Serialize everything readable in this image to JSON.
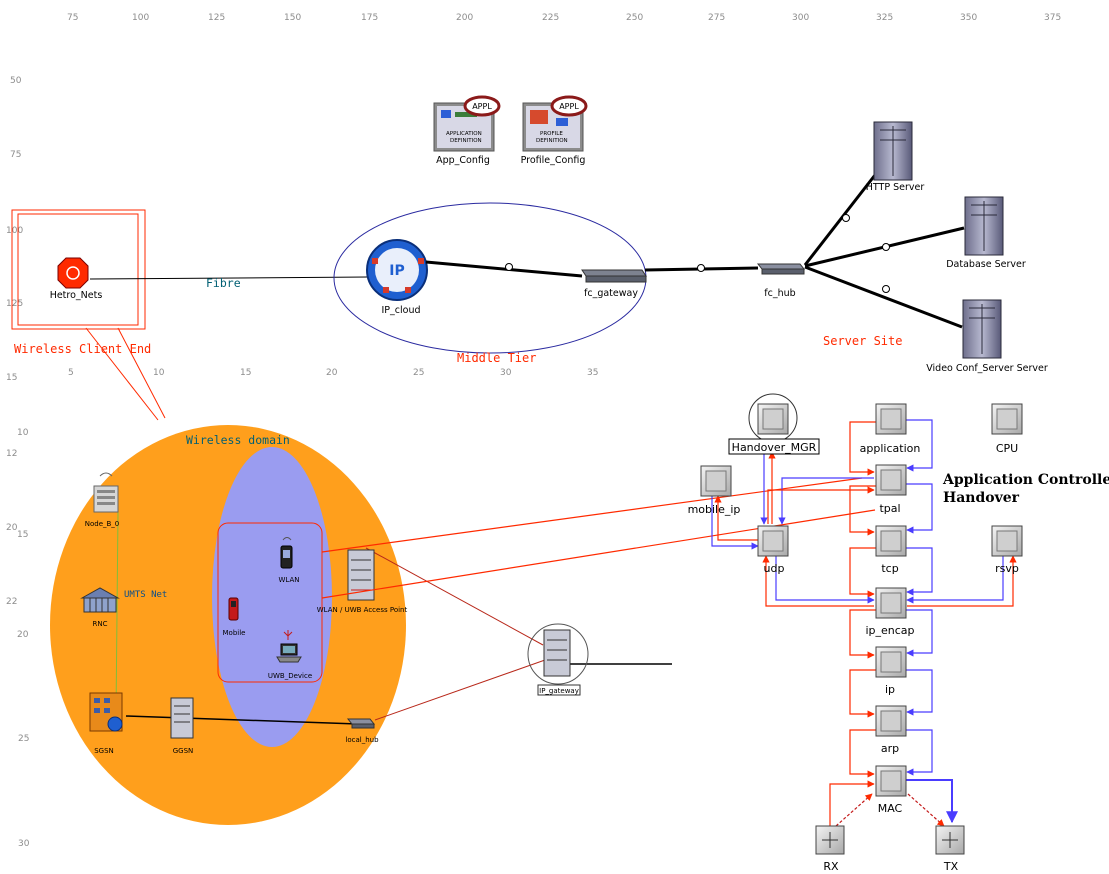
{
  "ruler": {
    "top_ticks": [
      "75",
      "100",
      "125",
      "150",
      "175",
      "200",
      "225",
      "250",
      "275",
      "300",
      "325",
      "350",
      "375"
    ],
    "left_ticks": [
      "50",
      "75",
      "100",
      "125",
      "15",
      "12",
      "20",
      "22",
      "25",
      "30"
    ],
    "inner_top_ticks": [
      "5",
      "10",
      "15",
      "20",
      "25",
      "30",
      "35"
    ],
    "inner_left_ticks": [
      "10",
      "15",
      "20",
      "25",
      "30"
    ]
  },
  "config": {
    "app_config": {
      "badge": "APPL",
      "line1": "APPLICATION",
      "line2": "DEFINITION",
      "label": "App_Config"
    },
    "profile_config": {
      "badge": "APPL",
      "line1": "PROFILE",
      "line2": "DEFINITION",
      "label": "Profile_Config"
    }
  },
  "network": {
    "hetro_nets": "Hetro_Nets",
    "fibre": "Fibre",
    "ip_cloud": "IP_cloud",
    "ip_cloud_glyph": "IP",
    "fc_gateway": "fc_gateway",
    "fc_hub": "fc_hub",
    "middle_tier": "Middle Tier",
    "wireless_client_end": "Wireless Client End",
    "server_site": "Server Site",
    "servers": {
      "http": "HTTP Server",
      "database": "Database Server",
      "video": "Video Conf_Server Server"
    }
  },
  "wireless": {
    "domain": "Wireless domain",
    "umts": "UMTS Net",
    "node_b": "Node_B_0",
    "rnc": "RNC",
    "sgsn": "SGSN",
    "ggsn": "GGSN",
    "wlan": "WLAN",
    "mobile": "Mobile",
    "uwb_device": "UWB_Device",
    "access_point": "WLAN / UWB Access Point",
    "local_hub": "local_hub",
    "ip_gateway": "IP_gateway"
  },
  "node_model": {
    "title_line1": "Application Controlled",
    "title_line2": "Handover",
    "modules": {
      "handover_mgr": "Handover_MGR",
      "application": "application",
      "cpu": "CPU",
      "mobile_ip": "mobile_ip",
      "tpal": "tpal",
      "udp": "udp",
      "tcp": "tcp",
      "rsvp": "rsvp",
      "ip_encap": "ip_encap",
      "ip": "ip",
      "arp": "arp",
      "mac": "MAC",
      "rx": "RX",
      "tx": "TX"
    }
  },
  "colors": {
    "orange_domain": "#ff9f1c",
    "blue_oval": "#9a9cf0",
    "red_line": "#ff2a00",
    "blue_line": "#4a3cff",
    "teal_text": "#005f73"
  }
}
